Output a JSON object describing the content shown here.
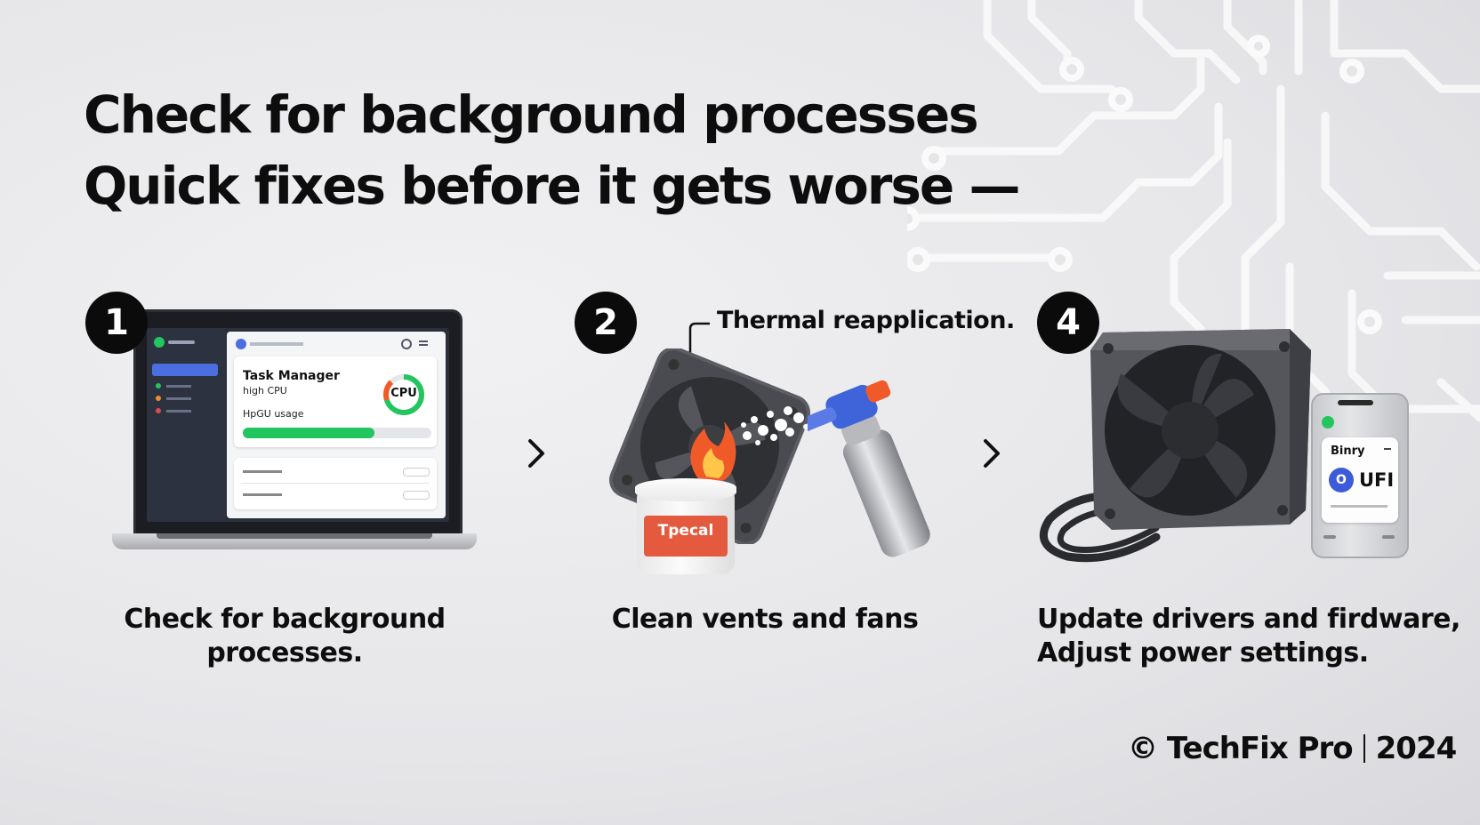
{
  "headline": {
    "line1": "Check for background processes",
    "line2": "Quick fixes before it gets worse —"
  },
  "steps": [
    {
      "number": "1",
      "caption_line1": "Check for background",
      "caption_line2": "processes.",
      "screen": {
        "title": "Task Manager",
        "line1": "high CPU",
        "line2": "HpGU usage",
        "gauge_label": "CPU",
        "usage_fraction": 0.7
      }
    },
    {
      "number": "2",
      "annotation": "Thermal reapplication.",
      "caption_line1": "Clean vents and fans",
      "jar_label": "Tpecal"
    },
    {
      "number": "4",
      "caption_line1": "Update drivers and firdware,",
      "caption_line2": "Adjust power settings.",
      "phone": {
        "title": "Binry",
        "label": "UFI",
        "badge": "O"
      }
    }
  ],
  "footer": {
    "copyright": "© TechFix Pro",
    "year": "2024"
  },
  "colors": {
    "accent_green": "#22c55e",
    "badge_black": "#0b0b0b",
    "jar_red": "#e35a3f",
    "phone_blue": "#3b5bdb",
    "nozzle_orange": "#f05a28"
  }
}
